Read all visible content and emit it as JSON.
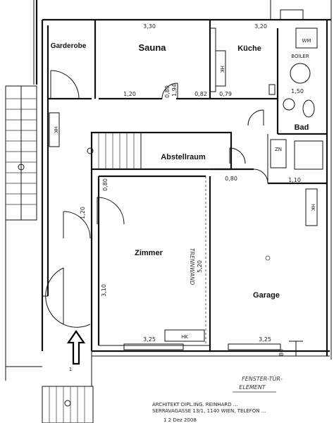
{
  "rooms": {
    "garderobe": "Garderobe",
    "sauna": "Sauna",
    "kueche": "Küche",
    "bad": "Bad",
    "abstellraum": "Abstellraum",
    "zimmer": "Zimmer",
    "garage": "Garage"
  },
  "fixtures": {
    "wm": "WM",
    "boiler": "BOILER",
    "hk": "HK",
    "zn": "ZN"
  },
  "dimensions": {
    "sauna_width": "3,30",
    "kueche_width": "3,20",
    "d_1": "1,20",
    "d_2": "0,80",
    "d_2b": "1,94",
    "d_3": "0,82",
    "d_4": "0,79",
    "d_5": "1,50",
    "d_6": "0,80",
    "d_7": "0,80",
    "d_8": "1,10",
    "d_9": "1,20",
    "d_10": "3,10",
    "zimmer_bottom": "3,25",
    "garage_bottom": "3,25",
    "d_11": "80",
    "d_12": "5,20",
    "label_trennwand": "TRENNWAND"
  },
  "annotations": {
    "fenster": "FENSTER-TÜR-",
    "element": "ELEMENT",
    "entrance_mark": "1"
  },
  "stamp": {
    "line1": "ARCHITEKT DIPL.ING. REINHARD ...",
    "line2": "SERRAVAGASSE 13/1, 1140 WIEN, TELEFON ...",
    "line3": "1 2 Dez 2008"
  }
}
